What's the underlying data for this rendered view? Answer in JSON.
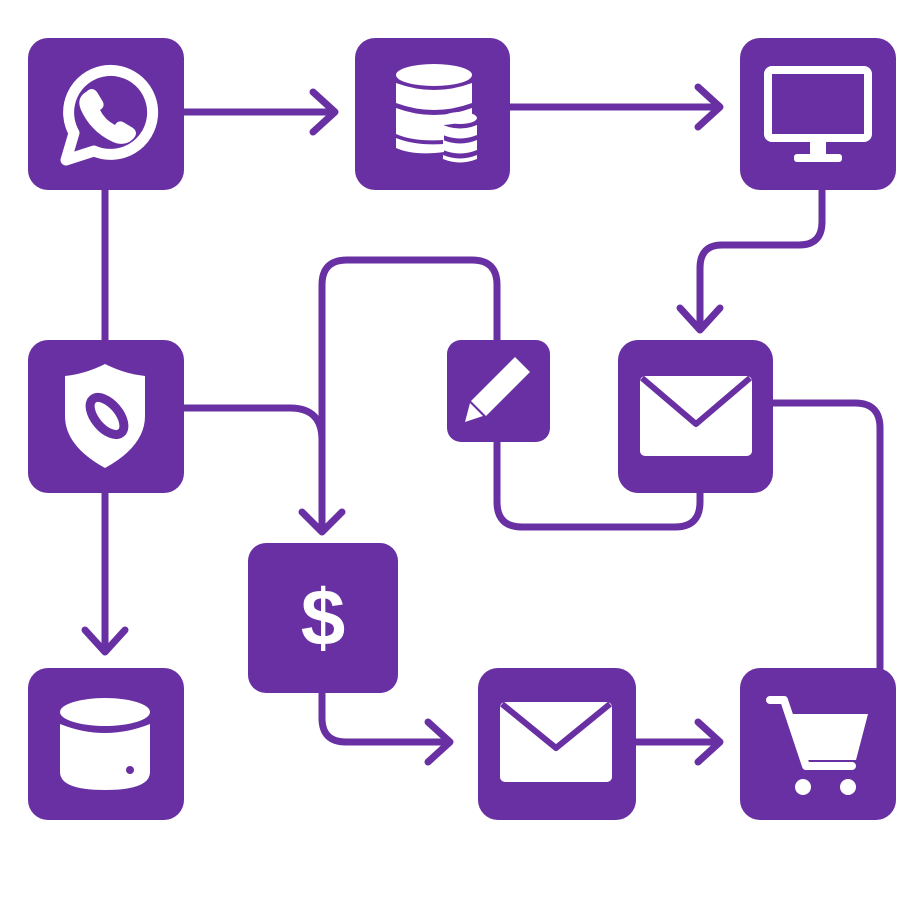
{
  "colors": {
    "accent": "#6930a3",
    "icon": "#ffffff",
    "background": "#ffffff"
  },
  "nodes": [
    {
      "id": "whatsapp",
      "icon": "whatsapp-icon"
    },
    {
      "id": "database-top",
      "icon": "database-stack-icon"
    },
    {
      "id": "monitor",
      "icon": "monitor-icon"
    },
    {
      "id": "shield",
      "icon": "shield-icon"
    },
    {
      "id": "pencil",
      "icon": "pencil-icon"
    },
    {
      "id": "mail-middle",
      "icon": "mail-icon"
    },
    {
      "id": "dollar",
      "icon": "dollar-icon"
    },
    {
      "id": "database-bottom",
      "icon": "database-icon"
    },
    {
      "id": "mail-bottom",
      "icon": "mail-icon"
    },
    {
      "id": "cart",
      "icon": "cart-icon"
    }
  ],
  "edges": [
    {
      "from": "whatsapp",
      "to": "database-top",
      "arrow": true
    },
    {
      "from": "database-top",
      "to": "monitor",
      "arrow": true
    },
    {
      "from": "monitor",
      "to": "mail-middle",
      "arrow": true
    },
    {
      "from": "whatsapp",
      "to": "shield",
      "arrow": false
    },
    {
      "from": "shield",
      "to": "database-bottom",
      "arrow": true
    },
    {
      "from": "shield",
      "to": "dollar",
      "arrow": true
    },
    {
      "from": "pencil",
      "to": "dollar",
      "arrow": true
    },
    {
      "from": "pencil",
      "to": "mail-middle",
      "arrow": false
    },
    {
      "from": "mail-middle",
      "to": "cart",
      "arrow": false
    },
    {
      "from": "dollar",
      "to": "mail-bottom",
      "arrow": true
    },
    {
      "from": "mail-bottom",
      "to": "cart",
      "arrow": true
    }
  ]
}
